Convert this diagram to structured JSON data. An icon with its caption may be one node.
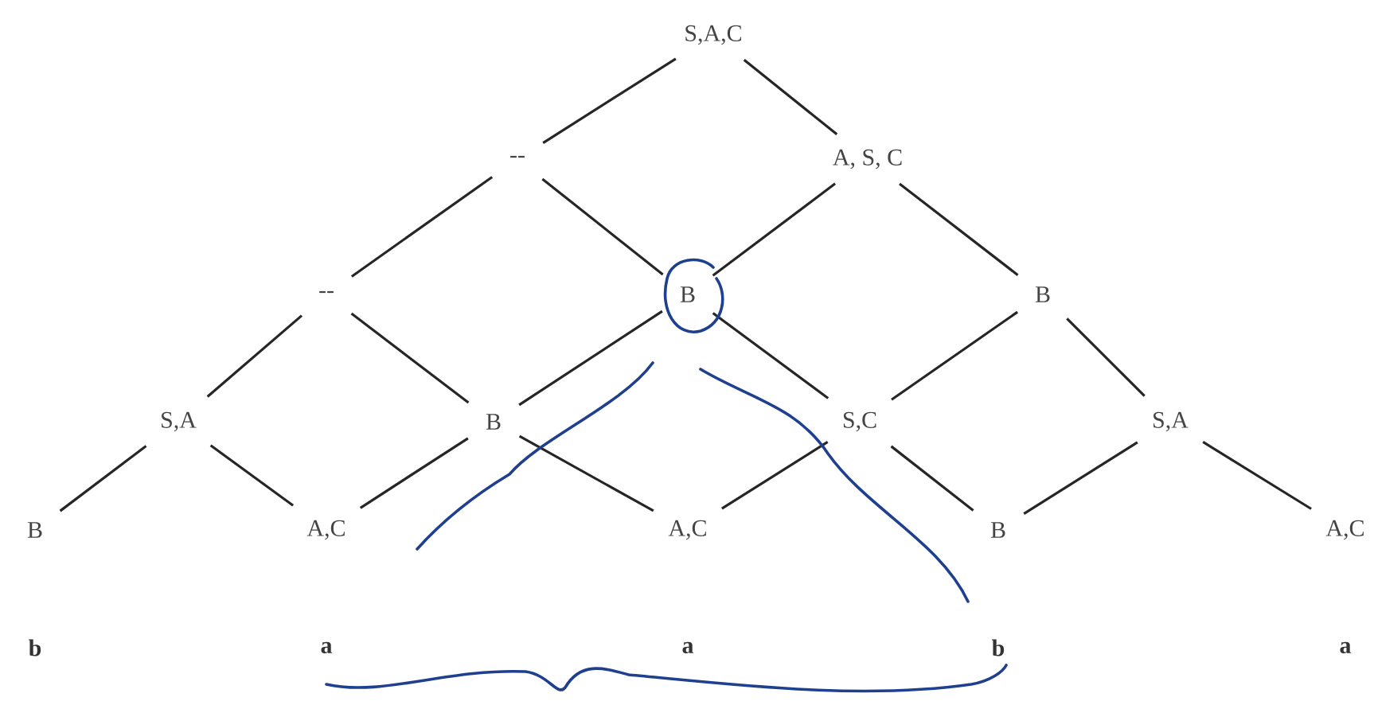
{
  "diagram": {
    "nodes": [
      {
        "text": [
          "S,A,C"
        ]
      },
      {
        "text": [
          "--"
        ]
      },
      {
        "text": [
          "A, S, C"
        ]
      },
      {
        "text": [
          "--"
        ]
      },
      {
        "text": [
          "B"
        ]
      },
      {
        "text": [
          "B"
        ]
      },
      {
        "text": [
          "S,A"
        ]
      },
      {
        "text": [
          "B"
        ]
      },
      {
        "text": [
          "S,C"
        ]
      },
      {
        "text": [
          "S,A"
        ]
      },
      {
        "text": [
          "B"
        ]
      },
      {
        "text": [
          "A,C"
        ]
      },
      {
        "text": [
          "A,C"
        ]
      },
      {
        "text": [
          "B"
        ]
      },
      {
        "text": [
          "A,C"
        ]
      }
    ],
    "edges": [
      {
        "from": 0,
        "to": 1,
        "arrow": "none"
      },
      {
        "from": 0,
        "to": 2,
        "arrow": "none"
      },
      {
        "from": 1,
        "to": 3,
        "arrow": "none"
      },
      {
        "from": 1,
        "to": 4,
        "arrow": "none"
      },
      {
        "from": 2,
        "to": 4,
        "arrow": "none"
      },
      {
        "from": 2,
        "to": 5,
        "arrow": "none"
      },
      {
        "from": 3,
        "to": 6,
        "arrow": "none"
      },
      {
        "from": 3,
        "to": 7,
        "arrow": "none"
      },
      {
        "from": 4,
        "to": 7,
        "arrow": "none"
      },
      {
        "from": 4,
        "to": 8,
        "arrow": "none"
      },
      {
        "from": 5,
        "to": 8,
        "arrow": "none"
      },
      {
        "from": 5,
        "to": 9,
        "arrow": "none"
      },
      {
        "from": 6,
        "to": 10,
        "arrow": "none"
      },
      {
        "from": 6,
        "to": 11,
        "arrow": "none"
      },
      {
        "from": 7,
        "to": 11,
        "arrow": "none"
      },
      {
        "from": 7,
        "to": 12,
        "arrow": "none"
      },
      {
        "from": 8,
        "to": 12,
        "arrow": "none"
      },
      {
        "from": 8,
        "to": 13,
        "arrow": "none"
      },
      {
        "from": 9,
        "to": 13,
        "arrow": "none"
      },
      {
        "from": 9,
        "to": 14,
        "arrow": "none"
      }
    ],
    "labels": [
      "b",
      "a",
      "a",
      "b",
      "a"
    ]
  }
}
